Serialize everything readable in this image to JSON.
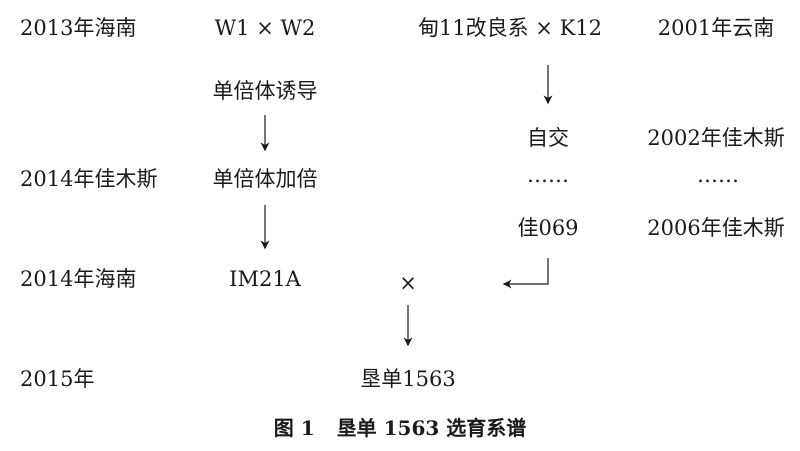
{
  "rows": {
    "r1": "2013年海南",
    "r2": "2014年佳木斯",
    "r3": "2014年海南",
    "r4": "2015年"
  },
  "left_branch": {
    "cross": "W1 × W2",
    "step1": "单倍体诱导",
    "step2": "单倍体加倍",
    "result": "IM21A"
  },
  "right_branch": {
    "cross": "甸11改良系 × K12",
    "step1": "自交",
    "dots": "……",
    "result": "佳069"
  },
  "side_years": {
    "y1": "2001年云南",
    "y2": "2002年佳木斯",
    "dots": "……",
    "y3": "2006年佳木斯"
  },
  "cross_symbol": "×",
  "final": "垦单1563",
  "caption": {
    "figure": "图 1",
    "title": "垦单 1563 选育系谱"
  },
  "colors": {
    "line": "#1a1a1a"
  }
}
